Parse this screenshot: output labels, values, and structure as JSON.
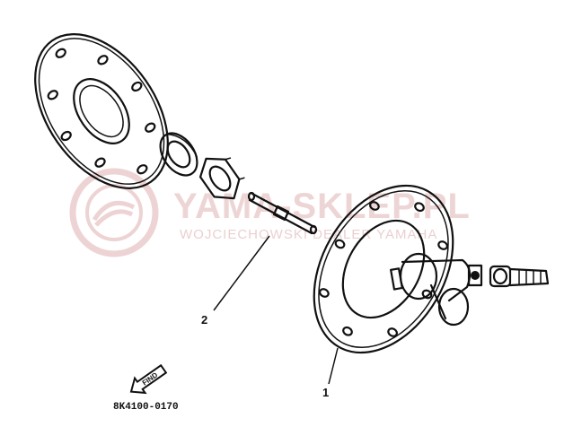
{
  "watermark": {
    "title": "YAMA-SKLEP.PL",
    "subtitle": "WOJCIECHOWSKI DEALER YAMAHA",
    "color": "#e8c8c8"
  },
  "callouts": {
    "part_1": "1",
    "part_2": "2"
  },
  "find_arrow": {
    "label": "FIND"
  },
  "diagram_code": "8K4100-0170"
}
